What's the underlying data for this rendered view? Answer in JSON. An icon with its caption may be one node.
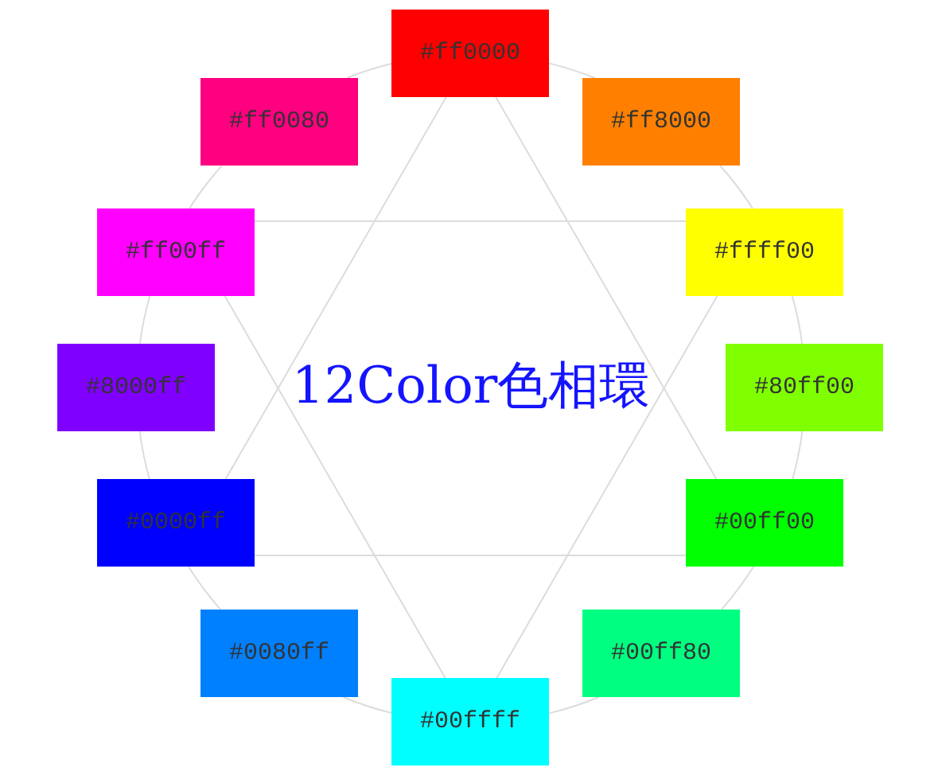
{
  "diagram": {
    "title": "12Color色相環",
    "nodes": [
      {
        "text": [
          "#ff0000"
        ]
      },
      {
        "text": [
          "#ff8000"
        ]
      },
      {
        "text": [
          "#ffff00"
        ]
      },
      {
        "text": [
          "#80ff00"
        ]
      },
      {
        "text": [
          "#00ff00"
        ]
      },
      {
        "text": [
          "#00ff80"
        ]
      },
      {
        "text": [
          "#00ffff"
        ]
      },
      {
        "text": [
          "#0080ff"
        ]
      },
      {
        "text": [
          "#0000ff"
        ]
      },
      {
        "text": [
          "#8000ff"
        ]
      },
      {
        "text": [
          "#ff00ff"
        ]
      },
      {
        "text": [
          "#ff0080"
        ]
      }
    ],
    "edges": [
      {
        "from": 0,
        "to": 1,
        "arrow": "none"
      },
      {
        "from": 1,
        "to": 2,
        "arrow": "none"
      },
      {
        "from": 2,
        "to": 3,
        "arrow": "none"
      },
      {
        "from": 3,
        "to": 4,
        "arrow": "none"
      },
      {
        "from": 4,
        "to": 5,
        "arrow": "none"
      },
      {
        "from": 5,
        "to": 6,
        "arrow": "none"
      },
      {
        "from": 6,
        "to": 7,
        "arrow": "none"
      },
      {
        "from": 7,
        "to": 8,
        "arrow": "none"
      },
      {
        "from": 8,
        "to": 9,
        "arrow": "none"
      },
      {
        "from": 9,
        "to": 10,
        "arrow": "none"
      },
      {
        "from": 10,
        "to": 11,
        "arrow": "none"
      },
      {
        "from": 11,
        "to": 0,
        "arrow": "none"
      },
      {
        "from": 0,
        "to": 4,
        "arrow": "none"
      },
      {
        "from": 4,
        "to": 8,
        "arrow": "none"
      },
      {
        "from": 8,
        "to": 0,
        "arrow": "none"
      },
      {
        "from": 10,
        "to": 2,
        "arrow": "none"
      },
      {
        "from": 2,
        "to": 6,
        "arrow": "none"
      },
      {
        "from": 6,
        "to": 10,
        "arrow": "none"
      }
    ]
  }
}
